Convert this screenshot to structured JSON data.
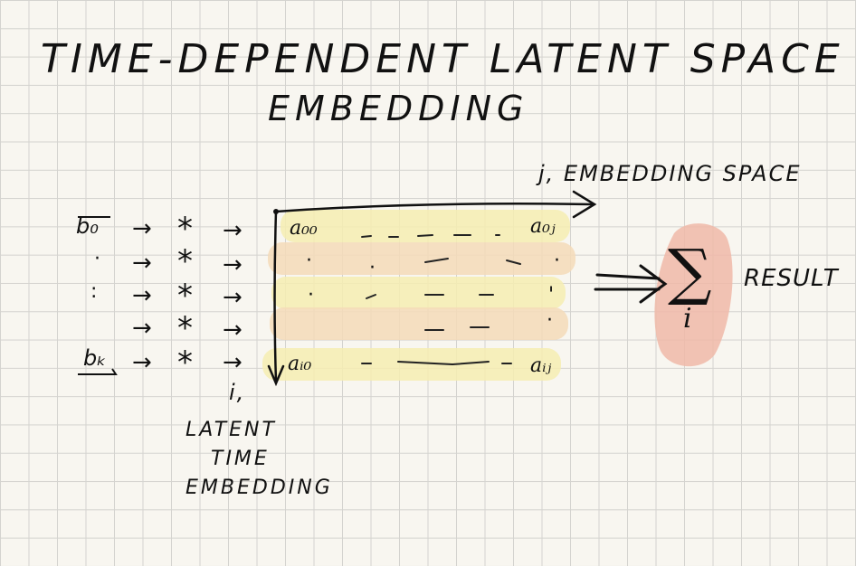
{
  "title": {
    "line1": "TIME-DEPENDENT LATENT SPACE",
    "line2": "EMBEDDING"
  },
  "axes": {
    "j_label": "j, EMBEDDING SPACE",
    "i_label": "i,",
    "i_desc": [
      "LATENT",
      "TIME",
      "EMBEDDING"
    ]
  },
  "matrix": {
    "a00": "a₀₀",
    "a0j": "a₀ⱼ",
    "ai0": "aᵢ₀",
    "aij": "aᵢⱼ",
    "row_highlight_colors": [
      "#f5ecb4",
      "#f3d9b9"
    ]
  },
  "inputs": {
    "first": "b₀",
    "last": "bₖ",
    "operator_symbol": "*",
    "arrow_symbol": "→"
  },
  "sum": {
    "symbol": "∑",
    "index": "i",
    "result_label": "RESULT",
    "highlight_color": "#f0b4a4"
  }
}
